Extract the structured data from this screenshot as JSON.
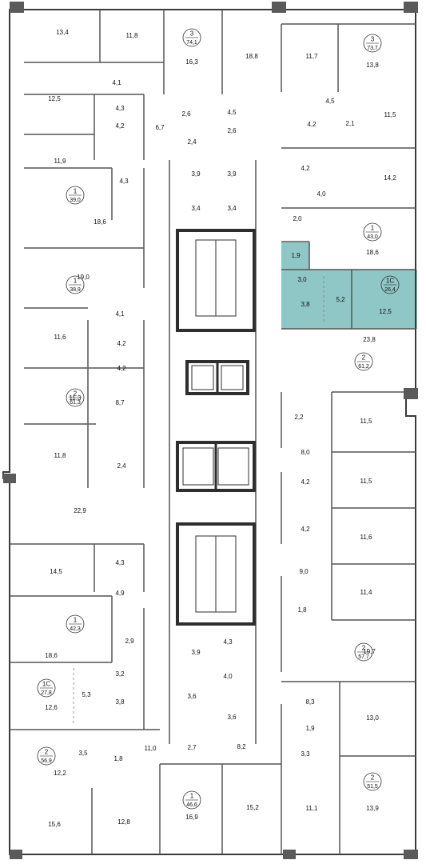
{
  "plan": {
    "highlight_color": "#8ec7c5",
    "wall_color": "#3a3a3a",
    "apartments": [
      {
        "id": "apt-3-74",
        "rooms": "3",
        "area": "74,1"
      },
      {
        "id": "apt-3-73",
        "rooms": "3",
        "area": "73,7"
      },
      {
        "id": "apt-1-39",
        "rooms": "1",
        "area": "39,0"
      },
      {
        "id": "apt-1-43",
        "rooms": "1",
        "area": "43,0"
      },
      {
        "id": "apt-1-38",
        "rooms": "1",
        "area": "38,9"
      },
      {
        "id": "apt-1c-26",
        "rooms": "1С",
        "area": "26,4",
        "highlighted": true
      },
      {
        "id": "apt-2-61a",
        "rooms": "2",
        "area": "61,3"
      },
      {
        "id": "apt-2-61b",
        "rooms": "2",
        "area": "61,2"
      },
      {
        "id": "apt-1-42",
        "rooms": "1",
        "area": "42,3"
      },
      {
        "id": "apt-2-57",
        "rooms": "2",
        "area": "57,7"
      },
      {
        "id": "apt-1c-27",
        "rooms": "1С",
        "area": "27,8"
      },
      {
        "id": "apt-2-56",
        "rooms": "2",
        "area": "56,9"
      },
      {
        "id": "apt-1-46",
        "rooms": "1",
        "area": "46,6"
      },
      {
        "id": "apt-2-51",
        "rooms": "2",
        "area": "51,5"
      }
    ],
    "rooms": [
      "13,4",
      "11,8",
      "16,3",
      "18,8",
      "11,7",
      "13,8",
      "4,1",
      "12,5",
      "4,3",
      "4,2",
      "6,7",
      "2,6",
      "2,4",
      "2,6",
      "4,5",
      "4,5",
      "4,2",
      "2,1",
      "11,5",
      "11,9",
      "4,3",
      "3,9",
      "3,9",
      "4,2",
      "14,2",
      "4,0",
      "3,4",
      "3,4",
      "18,6",
      "2,0",
      "18,6",
      "1,9",
      "19,0",
      "3,0",
      "3,8",
      "5,2",
      "12,5",
      "4,1",
      "11,6",
      "4,2",
      "23,8",
      "4,2",
      "11,3",
      "8,7",
      "2,2",
      "11,5",
      "8,0",
      "11,8",
      "2,4",
      "11,5",
      "22,9",
      "4,2",
      "4,2",
      "11,6",
      "14,5",
      "4,3",
      "9,0",
      "4,9",
      "11,4",
      "1,8",
      "18,6",
      "2,9",
      "19,7",
      "3,9",
      "4,3",
      "3,2",
      "4,0",
      "5,3",
      "3,8",
      "3,6",
      "3,6",
      "8,3",
      "12,6",
      "13,0",
      "1,9",
      "11,0",
      "3,5",
      "1,8",
      "2,7",
      "8,2",
      "3,3",
      "12,2",
      "15,6",
      "12,8",
      "16,9",
      "15,2",
      "11,1",
      "13,9"
    ]
  }
}
